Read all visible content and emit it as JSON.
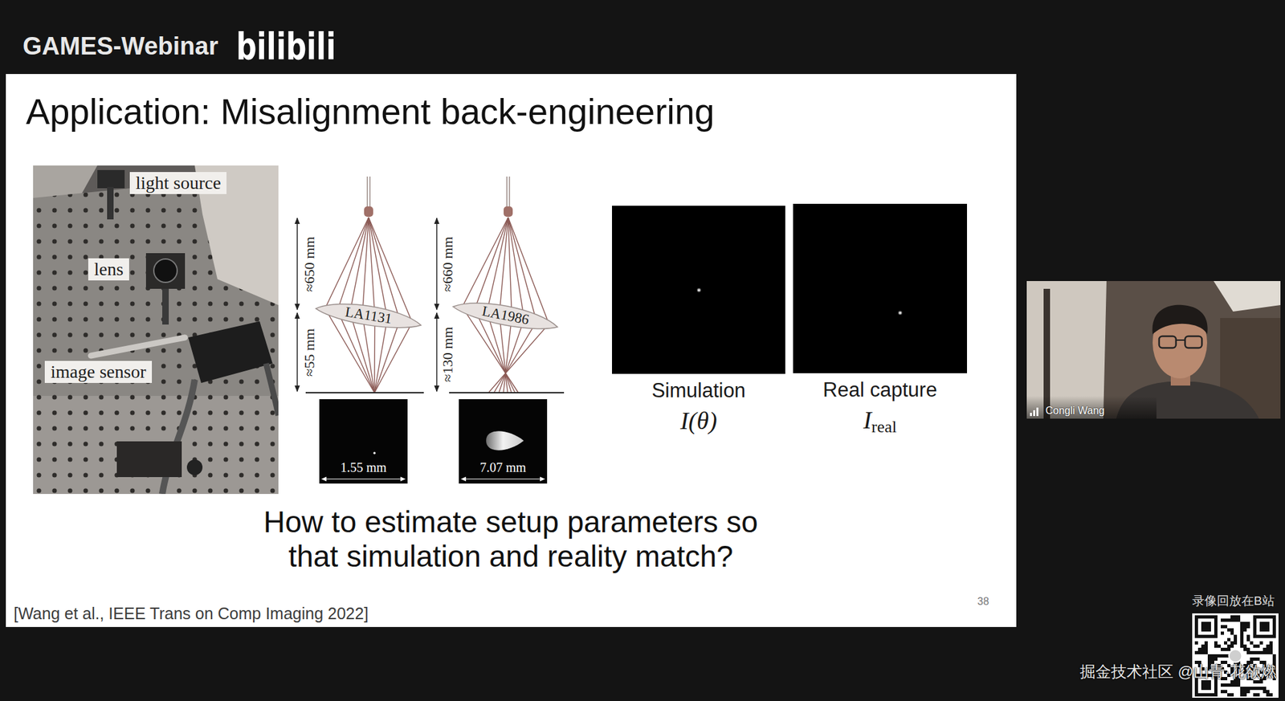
{
  "diagram": {
    "title": "Application: Misalignment back-engineering",
    "caption": "How to estimate setup parameters so that simulation and reality match?",
    "nodes": [
      {
        "text": [
          "LA1131"
        ]
      },
      {
        "text": [
          "1.55 mm"
        ]
      },
      {
        "text": [
          "LA1986"
        ]
      },
      {
        "text": [
          "7.07 mm"
        ]
      },
      {
        "text": [
          "Simulation",
          "I(θ)"
        ]
      },
      {
        "text": [
          "Real capture",
          "Ireal"
        ]
      },
      {
        "text": [
          "Congli Wang"
        ]
      }
    ],
    "labels": [
      "GAMES-Webinar",
      "bilibili",
      "light source",
      "lens",
      "image sensor",
      "≈650 mm",
      "≈55 mm",
      "≈660 mm",
      "≈130 mm",
      "[Wang et al., IEEE Trans on Comp Imaging 2022]",
      "38",
      "录像回放在B站",
      "掘金技术社区 @山青·花欲燃"
    ]
  }
}
